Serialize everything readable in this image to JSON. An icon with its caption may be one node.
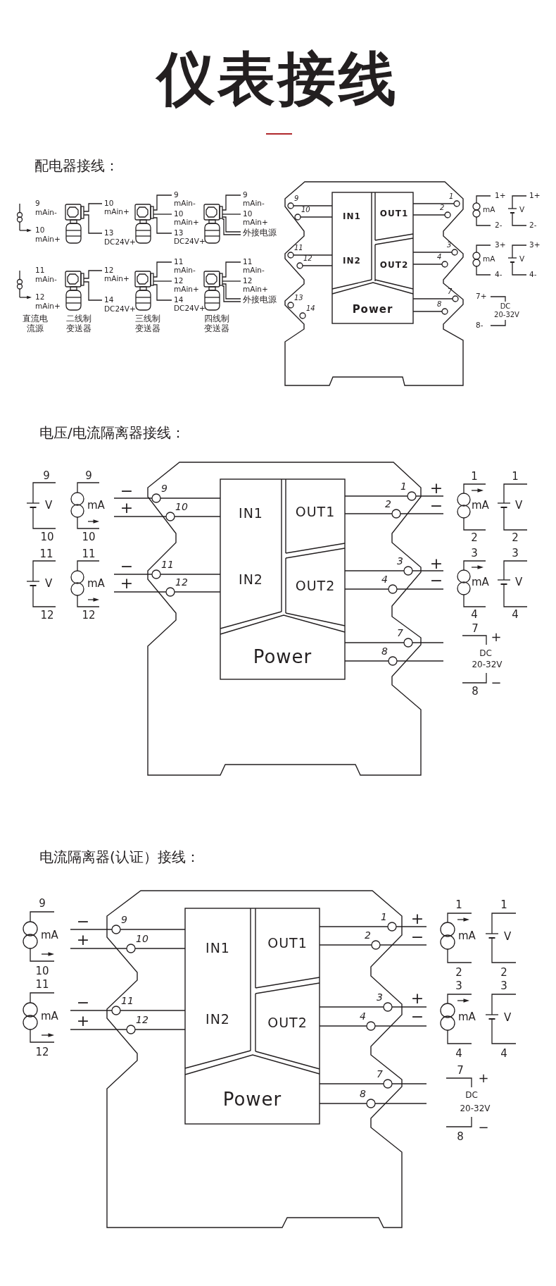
{
  "diagram": {
    "title": "仪表接线",
    "nodes": [
      {
        "text": [],
        "shape": "box"
      },
      {
        "text": [
          "IN1"
        ],
        "in": 0
      },
      {
        "text": [
          "OUT1"
        ],
        "in": 0
      },
      {
        "text": [
          "IN2"
        ],
        "in": 0
      },
      {
        "text": [
          "OUT2"
        ],
        "in": 0
      },
      {
        "text": [
          "Power"
        ],
        "in": 0
      },
      {
        "text": [
          "9"
        ],
        "in": 0
      },
      {
        "text": [
          "10"
        ],
        "in": 0
      },
      {
        "text": [
          "11"
        ],
        "in": 0
      },
      {
        "text": [
          "12"
        ],
        "in": 0
      },
      {
        "text": [
          "13"
        ],
        "in": 0
      },
      {
        "text": [
          "14"
        ],
        "in": 0
      },
      {
        "text": [
          "1"
        ],
        "in": 0
      },
      {
        "text": [
          "2"
        ],
        "in": 0
      },
      {
        "text": [
          "3"
        ],
        "in": 0
      },
      {
        "text": [
          "4"
        ],
        "in": 0
      },
      {
        "text": [
          "7"
        ],
        "in": 0
      },
      {
        "text": [
          "8"
        ],
        "in": 0
      },
      {
        "text": [],
        "shape": "box"
      },
      {
        "text": [
          "IN1"
        ],
        "in": 18
      },
      {
        "text": [
          "OUT1"
        ],
        "in": 18
      },
      {
        "text": [
          "IN2"
        ],
        "in": 18
      },
      {
        "text": [
          "OUT2"
        ],
        "in": 18
      },
      {
        "text": [
          "Power"
        ],
        "in": 18
      },
      {
        "text": [
          "9"
        ],
        "in": 18
      },
      {
        "text": [
          "10"
        ],
        "in": 18
      },
      {
        "text": [
          "11"
        ],
        "in": 18
      },
      {
        "text": [
          "12"
        ],
        "in": 18
      },
      {
        "text": [
          "1"
        ],
        "in": 18
      },
      {
        "text": [
          "2"
        ],
        "in": 18
      },
      {
        "text": [
          "3"
        ],
        "in": 18
      },
      {
        "text": [
          "4"
        ],
        "in": 18
      },
      {
        "text": [
          "7"
        ],
        "in": 18
      },
      {
        "text": [
          "8"
        ],
        "in": 18
      },
      {
        "text": [],
        "shape": "box"
      },
      {
        "text": [
          "IN1"
        ],
        "in": 34
      },
      {
        "text": [
          "OUT1"
        ],
        "in": 34
      },
      {
        "text": [
          "IN2"
        ],
        "in": 34
      },
      {
        "text": [
          "OUT2"
        ],
        "in": 34
      },
      {
        "text": [
          "Power"
        ],
        "in": 34
      },
      {
        "text": [
          "9"
        ],
        "in": 34
      },
      {
        "text": [
          "10"
        ],
        "in": 34
      },
      {
        "text": [
          "11"
        ],
        "in": 34
      },
      {
        "text": [
          "12"
        ],
        "in": 34
      },
      {
        "text": [
          "1"
        ],
        "in": 34
      },
      {
        "text": [
          "2"
        ],
        "in": 34
      },
      {
        "text": [
          "3"
        ],
        "in": 34
      },
      {
        "text": [
          "4"
        ],
        "in": 34
      },
      {
        "text": [
          "7"
        ],
        "in": 34
      },
      {
        "text": [
          "8"
        ],
        "in": 34
      },
      {
        "text": [
          "−"
        ]
      },
      {
        "text": [
          "+"
        ]
      },
      {
        "text": [
          "−"
        ]
      },
      {
        "text": [
          "+"
        ]
      },
      {
        "text": [
          "+"
        ]
      },
      {
        "text": [
          "−"
        ]
      },
      {
        "text": [
          "+"
        ]
      },
      {
        "text": [
          "−"
        ]
      },
      {
        "text": [
          "−"
        ]
      },
      {
        "text": [
          "+"
        ]
      },
      {
        "text": [
          "−"
        ]
      },
      {
        "text": [
          "+"
        ]
      },
      {
        "text": [
          "+"
        ]
      },
      {
        "text": [
          "−"
        ]
      },
      {
        "text": [
          "+"
        ]
      },
      {
        "text": [
          "−"
        ]
      }
    ],
    "edges": [
      {
        "from": 6,
        "to": 1,
        "arrow": "none"
      },
      {
        "from": 7,
        "to": 1,
        "arrow": "none"
      },
      {
        "from": 8,
        "to": 3,
        "arrow": "none"
      },
      {
        "from": 9,
        "to": 3,
        "arrow": "none"
      },
      {
        "from": 12,
        "to": 2,
        "arrow": "none"
      },
      {
        "from": 13,
        "to": 2,
        "arrow": "none"
      },
      {
        "from": 14,
        "to": 4,
        "arrow": "none"
      },
      {
        "from": 15,
        "to": 4,
        "arrow": "none"
      },
      {
        "from": 16,
        "to": 5,
        "arrow": "none"
      },
      {
        "from": 17,
        "to": 5,
        "arrow": "none"
      },
      {
        "from": 24,
        "to": 19,
        "arrow": "none"
      },
      {
        "from": 25,
        "to": 19,
        "arrow": "none"
      },
      {
        "from": 26,
        "to": 21,
        "arrow": "none"
      },
      {
        "from": 27,
        "to": 21,
        "arrow": "none"
      },
      {
        "from": 28,
        "to": 20,
        "arrow": "none"
      },
      {
        "from": 29,
        "to": 20,
        "arrow": "none"
      },
      {
        "from": 30,
        "to": 22,
        "arrow": "none"
      },
      {
        "from": 31,
        "to": 22,
        "arrow": "none"
      },
      {
        "from": 32,
        "to": 23,
        "arrow": "none"
      },
      {
        "from": 33,
        "to": 23,
        "arrow": "none"
      },
      {
        "from": 24,
        "to": 50,
        "arrow": "none"
      },
      {
        "from": 25,
        "to": 51,
        "arrow": "none"
      },
      {
        "from": 26,
        "to": 52,
        "arrow": "none"
      },
      {
        "from": 27,
        "to": 53,
        "arrow": "none"
      },
      {
        "from": 28,
        "to": 54,
        "arrow": "none"
      },
      {
        "from": 29,
        "to": 55,
        "arrow": "none"
      },
      {
        "from": 30,
        "to": 56,
        "arrow": "none"
      },
      {
        "from": 31,
        "to": 57,
        "arrow": "none"
      },
      {
        "from": 32,
        "to": null,
        "arrow": "none"
      },
      {
        "from": 33,
        "to": null,
        "arrow": "none"
      },
      {
        "from": 40,
        "to": 35,
        "arrow": "none"
      },
      {
        "from": 41,
        "to": 35,
        "arrow": "none"
      },
      {
        "from": 42,
        "to": 37,
        "arrow": "none"
      },
      {
        "from": 43,
        "to": 37,
        "arrow": "none"
      },
      {
        "from": 44,
        "to": 36,
        "arrow": "none"
      },
      {
        "from": 45,
        "to": 36,
        "arrow": "none"
      },
      {
        "from": 46,
        "to": 38,
        "arrow": "none"
      },
      {
        "from": 47,
        "to": 38,
        "arrow": "none"
      },
      {
        "from": 48,
        "to": 39,
        "arrow": "none"
      },
      {
        "from": 49,
        "to": 39,
        "arrow": "none"
      },
      {
        "from": 40,
        "to": 58,
        "arrow": "none"
      },
      {
        "from": 41,
        "to": 59,
        "arrow": "none"
      },
      {
        "from": 42,
        "to": 60,
        "arrow": "none"
      },
      {
        "from": 43,
        "to": 61,
        "arrow": "none"
      },
      {
        "from": 44,
        "to": 62,
        "arrow": "none"
      },
      {
        "from": 45,
        "to": 63,
        "arrow": "none"
      },
      {
        "from": 46,
        "to": 64,
        "arrow": "none"
      },
      {
        "from": 47,
        "to": 65,
        "arrow": "none"
      },
      {
        "from": 48,
        "to": null,
        "arrow": "none"
      },
      {
        "from": 49,
        "to": null,
        "arrow": "none"
      }
    ],
    "labels": [
      "配电器接线：",
      "9",
      "mAin-",
      "10",
      "mAin+",
      "10",
      "mAin+",
      "13",
      "DC24V+",
      "9",
      "mAin-",
      "10",
      "mAin+",
      "13",
      "DC24V+",
      "9",
      "mAin-",
      "10",
      "mAin+",
      "外接电源",
      "11",
      "mAin-",
      "12",
      "mAin+",
      "12",
      "mAin+",
      "14",
      "DC24V+",
      "11",
      "mAin-",
      "12",
      "mAin+",
      "14",
      "DC24V+",
      "11",
      "mAin-",
      "12",
      "mAin+",
      "外接电源",
      "直流电流源",
      "二线制变送器",
      "三线制变送器",
      "四线制变送器",
      "1+",
      "mA",
      "2-",
      "1+",
      "V",
      "2-",
      "3+",
      "mA",
      "4-",
      "3+",
      "V",
      "4-",
      "7+",
      "DC",
      "20-32V",
      "8-",
      "电压/电流隔离器接线：",
      "9",
      "V",
      "10",
      "9",
      "mA",
      "10",
      "11",
      "V",
      "12",
      "11",
      "mA",
      "12",
      "1",
      "mA",
      "2",
      "1",
      "V",
      "2",
      "3",
      "mA",
      "4",
      "3",
      "V",
      "4",
      "7",
      "+",
      "DC",
      "20-32V",
      "−",
      "8",
      "电流隔离器(认证）接线：",
      "9",
      "mA",
      "10",
      "11",
      "mA",
      "12",
      "1",
      "mA",
      "2",
      "1",
      "V",
      "2",
      "3",
      "mA",
      "4",
      "3",
      "V",
      "4",
      "7",
      "+",
      "DC",
      "20-32V",
      "−",
      "8"
    ]
  }
}
